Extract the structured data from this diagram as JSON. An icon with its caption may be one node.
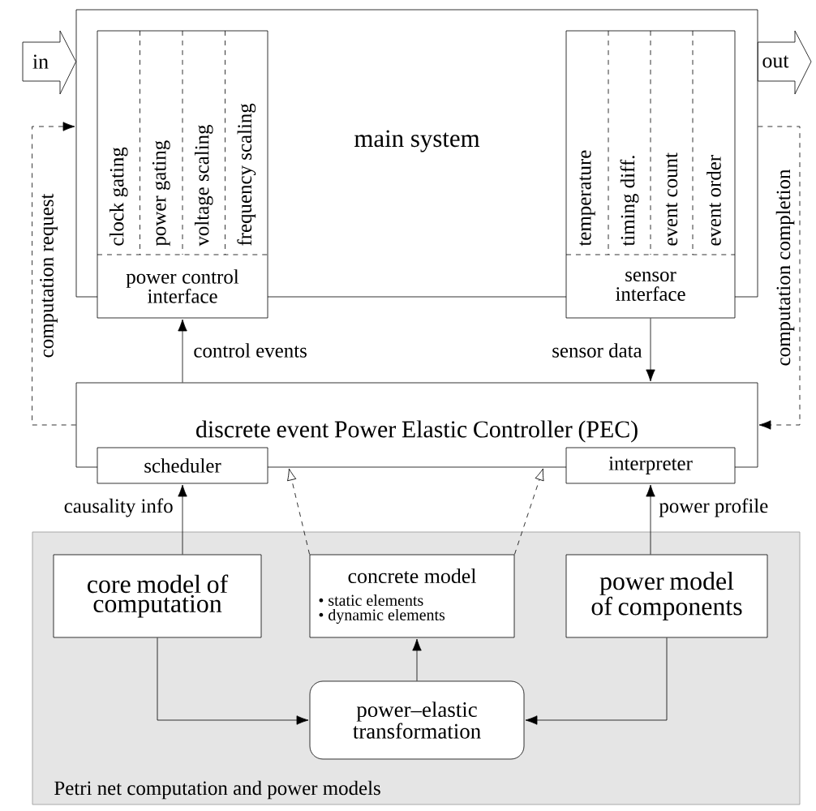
{
  "diagram": {
    "nodes": [
      {
        "text": [
          "main system"
        ]
      },
      {
        "text": [
          "clock gating",
          "power gating",
          "voltage scaling",
          "frequency scaling",
          "power control interface"
        ]
      },
      {
        "text": [
          "temperature",
          "timing diff.",
          "event count",
          "event order",
          "sensor interface"
        ]
      },
      {
        "text": [
          "discrete event Power Elastic Controller (PEC)"
        ]
      },
      {
        "text": [
          "scheduler"
        ]
      },
      {
        "text": [
          "interpreter"
        ]
      },
      {
        "text": [
          "Petri net computation and power models"
        ]
      },
      {
        "text": [
          "core model of computation"
        ],
        "in": 6
      },
      {
        "text": [
          "concrete model",
          "• static elements",
          "• dynamic elements"
        ],
        "in": 6
      },
      {
        "text": [
          "power model of components"
        ],
        "in": 6
      },
      {
        "text": [
          "power–elastic transformation"
        ],
        "in": 6
      }
    ],
    "edges": [
      {
        "from": 3,
        "to": 1,
        "arrow": "to",
        "label": "control events"
      },
      {
        "from": 2,
        "to": 3,
        "arrow": "to",
        "label": "sensor data"
      },
      {
        "from": 3,
        "to": 0,
        "arrow": "to",
        "label": "computation request",
        "style": "dashed"
      },
      {
        "from": 0,
        "to": 3,
        "arrow": "to",
        "label": "computation completion",
        "style": "dashed"
      },
      {
        "from": 7,
        "to": 4,
        "arrow": "to",
        "label": "causality info"
      },
      {
        "from": 9,
        "to": 5,
        "arrow": "to",
        "label": "power profile"
      },
      {
        "from": 8,
        "to": 3,
        "arrow": "to",
        "style": "dashed"
      },
      {
        "from": 8,
        "to": 3,
        "arrow": "to",
        "style": "dashed"
      },
      {
        "from": 7,
        "to": 10,
        "arrow": "to"
      },
      {
        "from": 9,
        "to": 10,
        "arrow": "to"
      },
      {
        "from": 10,
        "to": 8,
        "arrow": "to"
      },
      {
        "from": null,
        "to": 0,
        "arrow": "to",
        "label": "in"
      },
      {
        "from": 0,
        "to": null,
        "arrow": "to",
        "label": "out"
      }
    ]
  }
}
